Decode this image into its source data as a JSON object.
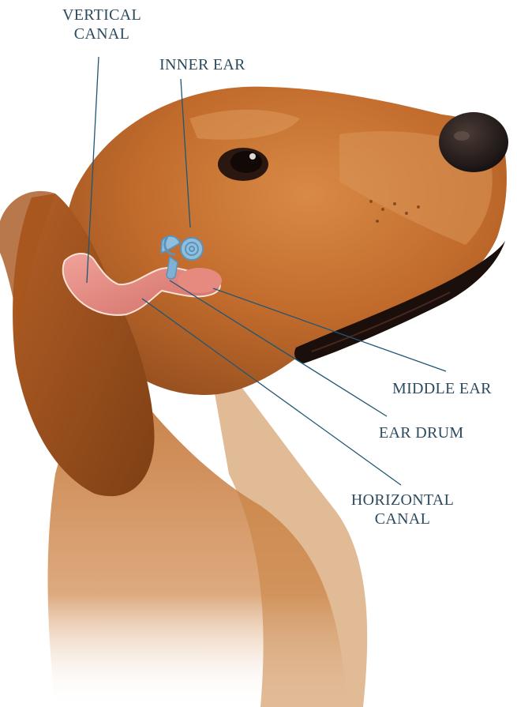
{
  "labels": {
    "vertical_canal": {
      "line1": "VERTICAL",
      "line2": "CANAL"
    },
    "inner_ear": "INNER EAR",
    "middle_ear": "MIDDLE EAR",
    "ear_drum": "EAR DRUM",
    "horizontal_canal": {
      "line1": "HORIZONTAL",
      "line2": "CANAL"
    }
  },
  "colors": {
    "label_text": "#2c4a5e",
    "leader_line": "#1f5675",
    "fur": "#c06a2c",
    "ear_canal": "#e38a80",
    "inner_ear_structure": "#6fa4c6"
  },
  "icons": {
    "dog": "dog-head-illustration",
    "ear": "ear-anatomy-illustration"
  }
}
